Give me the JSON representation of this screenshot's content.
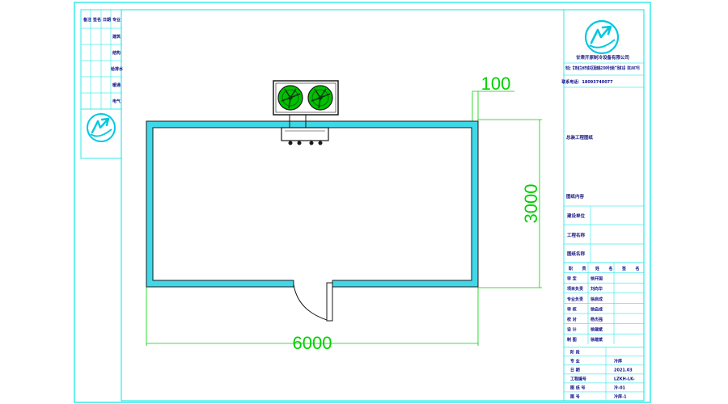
{
  "dimensions": {
    "overall_width": "6000",
    "overall_height": "3000",
    "wall_thickness": "100",
    "door_width": "700"
  },
  "title_block": {
    "company": "甘肃开原制冷设备有限公司",
    "address": "地址：甘肃省兰州市城关区雁滩路2300号创新广场第1层（第1007号）",
    "phone": "联系电话：18093740077",
    "drawing_title": "总装工程图纸",
    "drawing_content": "图纸内容",
    "construction_unit": "建设单位",
    "project_name": "工程名称",
    "drawing_name": "图纸名称",
    "sign_header": [
      "职",
      "责",
      "姓",
      "名",
      "签",
      "名"
    ],
    "sign_rows": [
      {
        "role": "审  定",
        "name": "徐开国"
      },
      {
        "role": "项目负责",
        "name": "刘向华"
      },
      {
        "role": "专业负责",
        "name": "徐启成"
      },
      {
        "role": "审  核",
        "name": "徐启成"
      },
      {
        "role": "校  对",
        "name": "杨杰强"
      },
      {
        "role": "设  计",
        "name": "徐建斌"
      },
      {
        "role": "制  图",
        "name": "徐建斌"
      }
    ],
    "info_rows": [
      {
        "label": "阶  段",
        "value": ""
      },
      {
        "label": "专  业",
        "value": "冷库"
      },
      {
        "label": "日  期",
        "value": "2021.03"
      },
      {
        "label": "工程编号",
        "value": "LZKH-LK-"
      },
      {
        "label": "图  纸  号",
        "value": "冷-01"
      },
      {
        "label": "图  号",
        "value": "冷库-1"
      }
    ]
  },
  "left_strip": {
    "col_headers": [
      "备注",
      "签名",
      "日期",
      "专业"
    ],
    "cells": [
      "建筑",
      "结构",
      "给排水",
      "暖通",
      "电气",
      "",
      "",
      ""
    ]
  },
  "colors": {
    "frame": "#00e5e5",
    "wall_fill": "#40d8e8",
    "dimension": "#00d000",
    "unit_dark": "#202020",
    "fan_green": "#00c000"
  },
  "icons": [
    "company-logo-icon",
    "fan-icon",
    "evaporator-icon",
    "door-swing-icon"
  ]
}
